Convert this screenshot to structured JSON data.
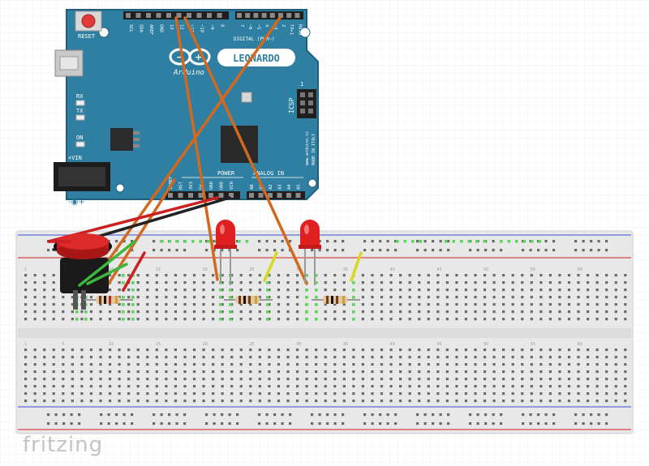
{
  "board": {
    "brand_logo": "Arduino",
    "model": "LEONARDO",
    "reset_label": "RESET",
    "icsp_label": "ICSP",
    "icsp_pin_number": "1",
    "vin_label": "+VIN",
    "led_labels": [
      "RX",
      "TX",
      "ON"
    ],
    "top_header_pins_left": [
      "SCL",
      "SDA",
      "AREF",
      "GND",
      "13",
      "12",
      "~11",
      "~10",
      "~9",
      "8"
    ],
    "top_header_pins_right": [
      "7",
      "~6",
      "~5",
      "4",
      "~3",
      "2",
      "TX▸1",
      "RX◂0"
    ],
    "digital_label": "DIGITAL (PWM~)",
    "power_label": "POWER",
    "analog_label": "ANALOG IN",
    "power_pins": [
      "IOREF",
      "RST",
      "3V3",
      "5V",
      "GND",
      "GND",
      "VIN"
    ],
    "analog_pins": [
      "A0",
      "A1",
      "A2",
      "A3",
      "A4",
      "A5"
    ],
    "side_text_1": "www.arduino.cc",
    "side_text_2": "MADE IN ITALY"
  },
  "breadboard": {
    "column_numbers": [
      "1",
      "5",
      "10",
      "15",
      "20",
      "25",
      "30",
      "35",
      "40",
      "45",
      "50",
      "55",
      "60"
    ]
  },
  "components": {
    "leds": [
      "red-led-1",
      "red-led-2"
    ],
    "resistors": [
      "resistor-button",
      "resistor-led-1",
      "resistor-led-2"
    ],
    "button": "push-button"
  },
  "wire_colors": {
    "orange": "#d2691e",
    "red": "#cc1f1f",
    "black": "#222222",
    "green": "#3cb83c",
    "yellow": "#d8d820"
  },
  "colors": {
    "board_blue": "#2f7fa2",
    "board_dark": "#1f5f7d",
    "breadboard": "#e9e9e9",
    "led_red": "#e02020"
  },
  "footer": {
    "brand": "fritzing"
  }
}
